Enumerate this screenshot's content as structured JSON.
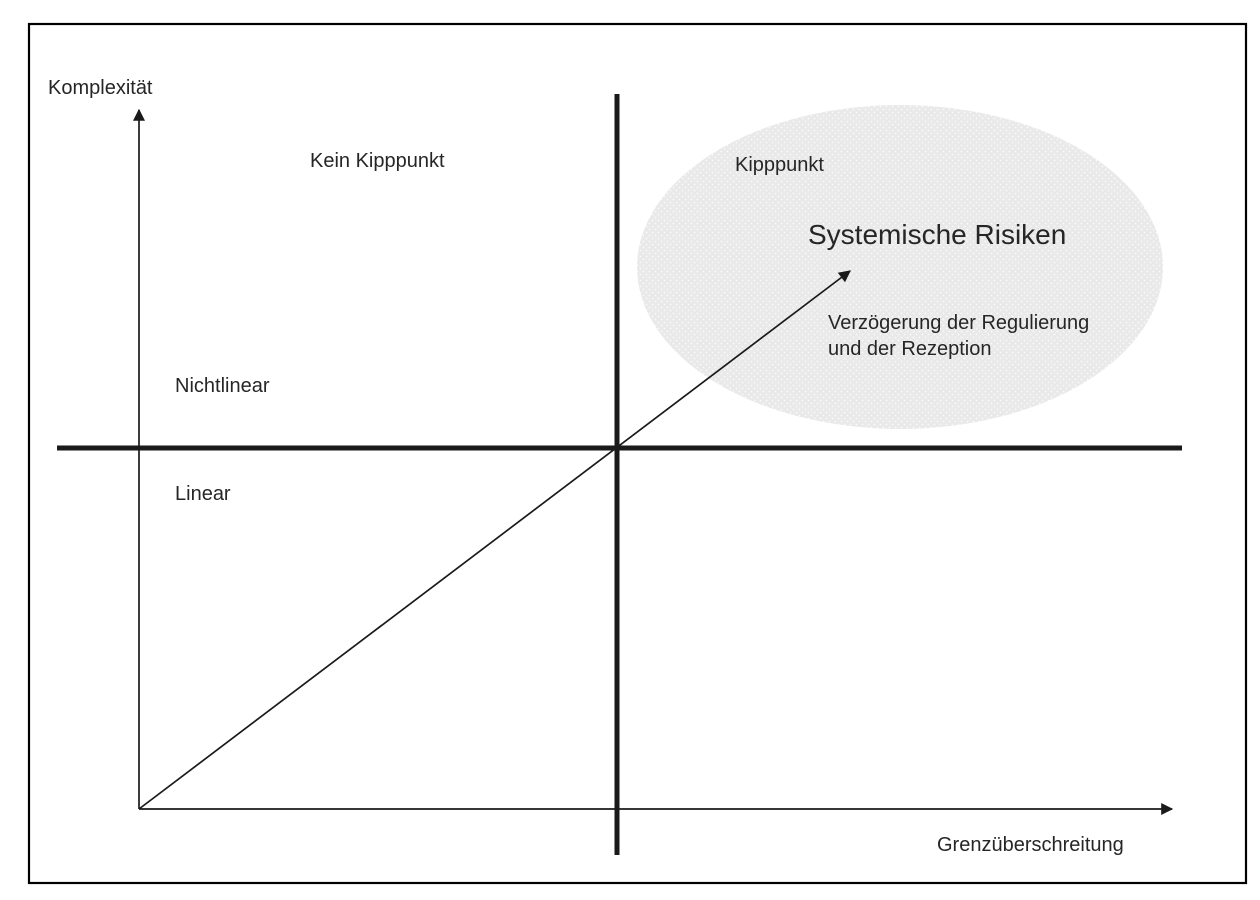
{
  "diagram": {
    "y_axis_label": "Komplexität",
    "x_axis_label": "Grenzüberschreitung",
    "quadrants": {
      "top_left": "Kein Kipppunkt",
      "top_right": "Kipppunkt",
      "left_upper": "Nichtlinear",
      "left_lower": "Linear"
    },
    "ellipse": {
      "title": "Systemische Risiken",
      "caption_line1": "Verzögerung der Regulierung",
      "caption_line2": "und der Rezeption"
    },
    "colors": {
      "background": "#ffffff",
      "border": "#000000",
      "line": "#1a1a1a",
      "text": "#262626",
      "ellipse_fill": "#e9e9e9",
      "ellipse_dot": "#fafafa"
    }
  }
}
